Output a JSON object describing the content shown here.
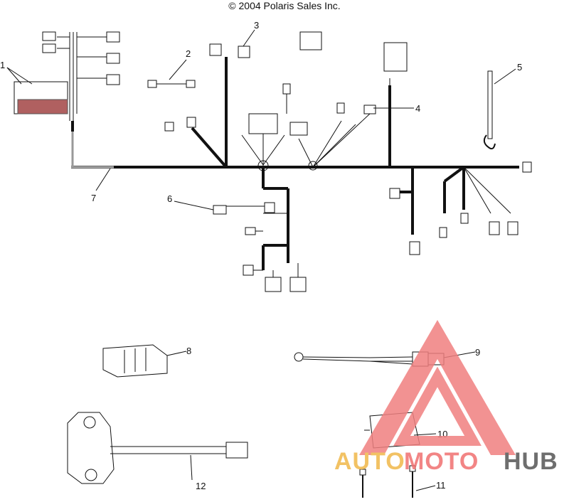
{
  "copyright": "© 2004 Polaris Sales Inc.",
  "callouts": [
    "1",
    "2",
    "3",
    "4",
    "5",
    "6",
    "7",
    "8",
    "9",
    "10",
    "11",
    "12"
  ],
  "watermark": {
    "part1": "AUTO",
    "part2": "MOTO",
    "part3": "HUB",
    "colors": {
      "triangle": "#f08080",
      "auto": "#f0b84a",
      "moto": "#f07070",
      "hub": "#555555"
    }
  },
  "colors": {
    "wire": "#111111",
    "line": "#333333"
  }
}
